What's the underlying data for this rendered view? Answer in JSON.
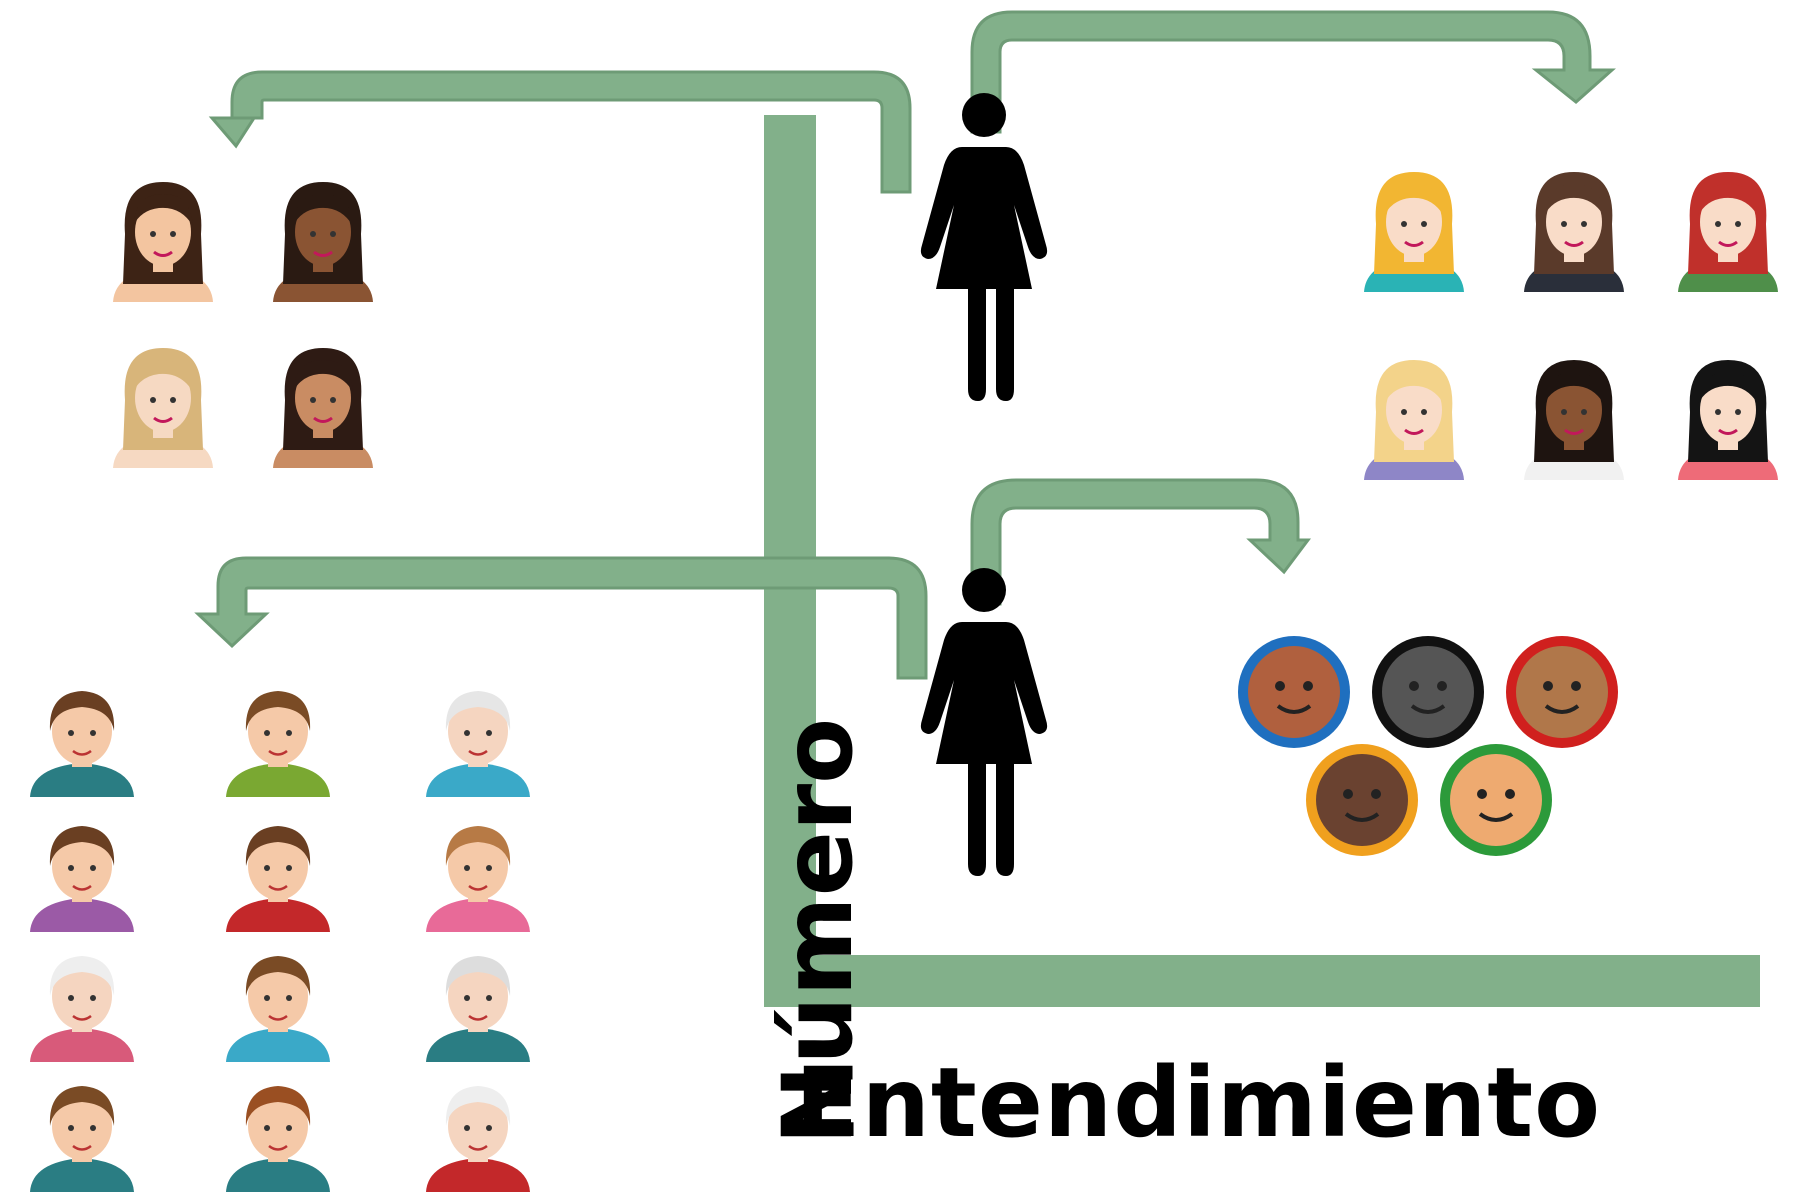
{
  "axes": {
    "x_label": "Entendimiento",
    "y_label": "Número"
  },
  "colors": {
    "axis_green": "#82b08a",
    "figure_black": "#000000",
    "skin_light": "#f6d3b4",
    "skin_medium": "#d9a06b",
    "skin_dark": "#7a4a2c"
  },
  "groups": [
    {
      "id": "many-people-low-understanding",
      "icon": "group-of-diverse-people",
      "count_shown": 12
    },
    {
      "id": "few-people-low-understanding",
      "icon": "group-of-women",
      "count_shown": 4
    },
    {
      "id": "few-people-high-understanding",
      "icon": "group-of-women",
      "count_shown": 6
    },
    {
      "id": "diverse-emoji-people",
      "icon": "diverse-emoji-circles",
      "count_shown": 5
    }
  ]
}
